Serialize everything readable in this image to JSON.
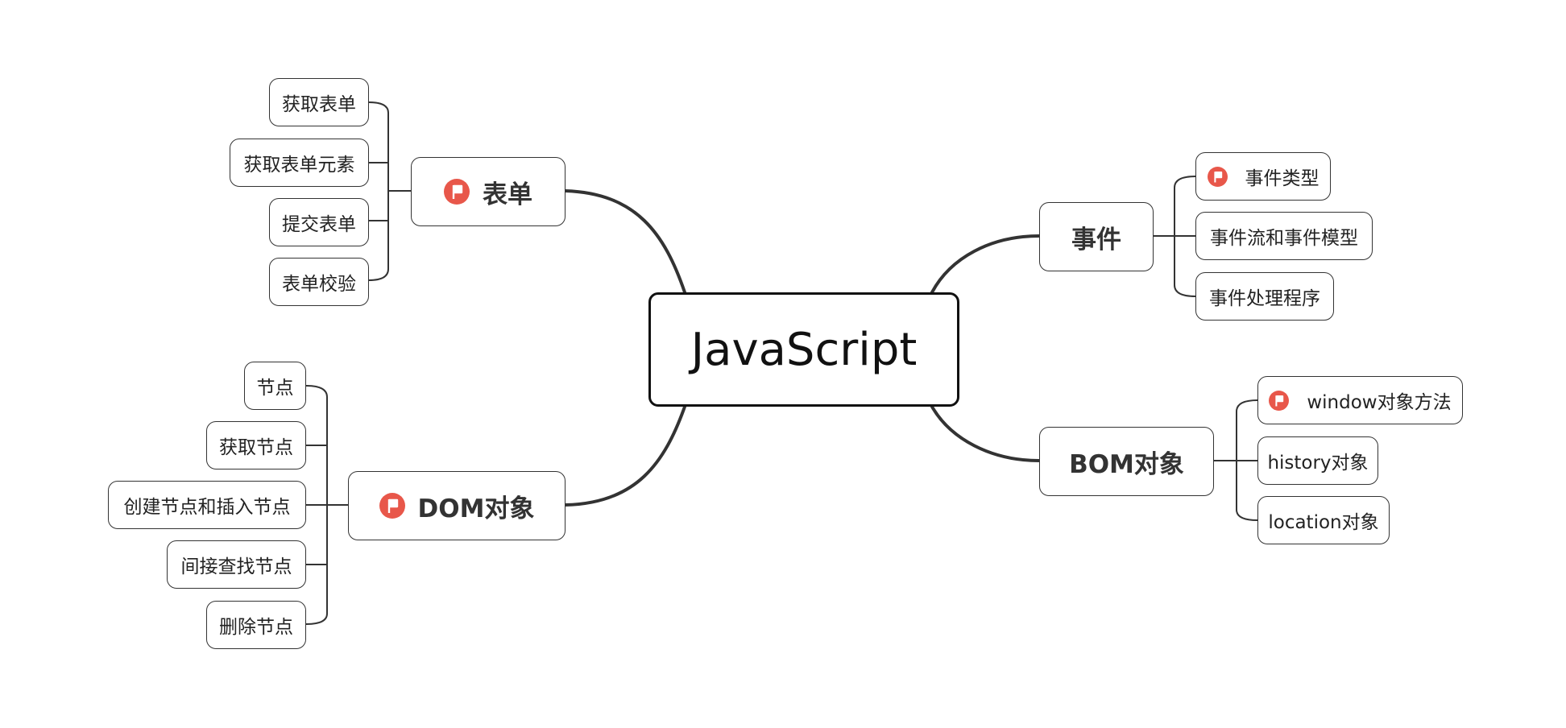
{
  "central": "JavaScript",
  "topics": {
    "form": {
      "label": "表单",
      "icon": "red-flag-icon",
      "children": [
        "获取表单",
        "获取表单元素",
        "提交表单",
        "表单校验"
      ]
    },
    "dom": {
      "label": "DOM对象",
      "icon": "red-flag-icon",
      "children": [
        "节点",
        "获取节点",
        "创建节点和插入节点",
        "间接查找节点",
        "删除节点"
      ]
    },
    "event": {
      "label": "事件",
      "children": [
        "事件类型",
        "事件流和事件模型",
        "事件处理程序"
      ],
      "flagged_child": "事件类型"
    },
    "bom": {
      "label": "BOM对象",
      "children": [
        "window对象方法",
        "history对象",
        "location对象"
      ],
      "flagged_child": "window对象方法"
    }
  },
  "colors": {
    "flag": "#e8574a",
    "line": "#333333",
    "central_border": "#111111"
  }
}
